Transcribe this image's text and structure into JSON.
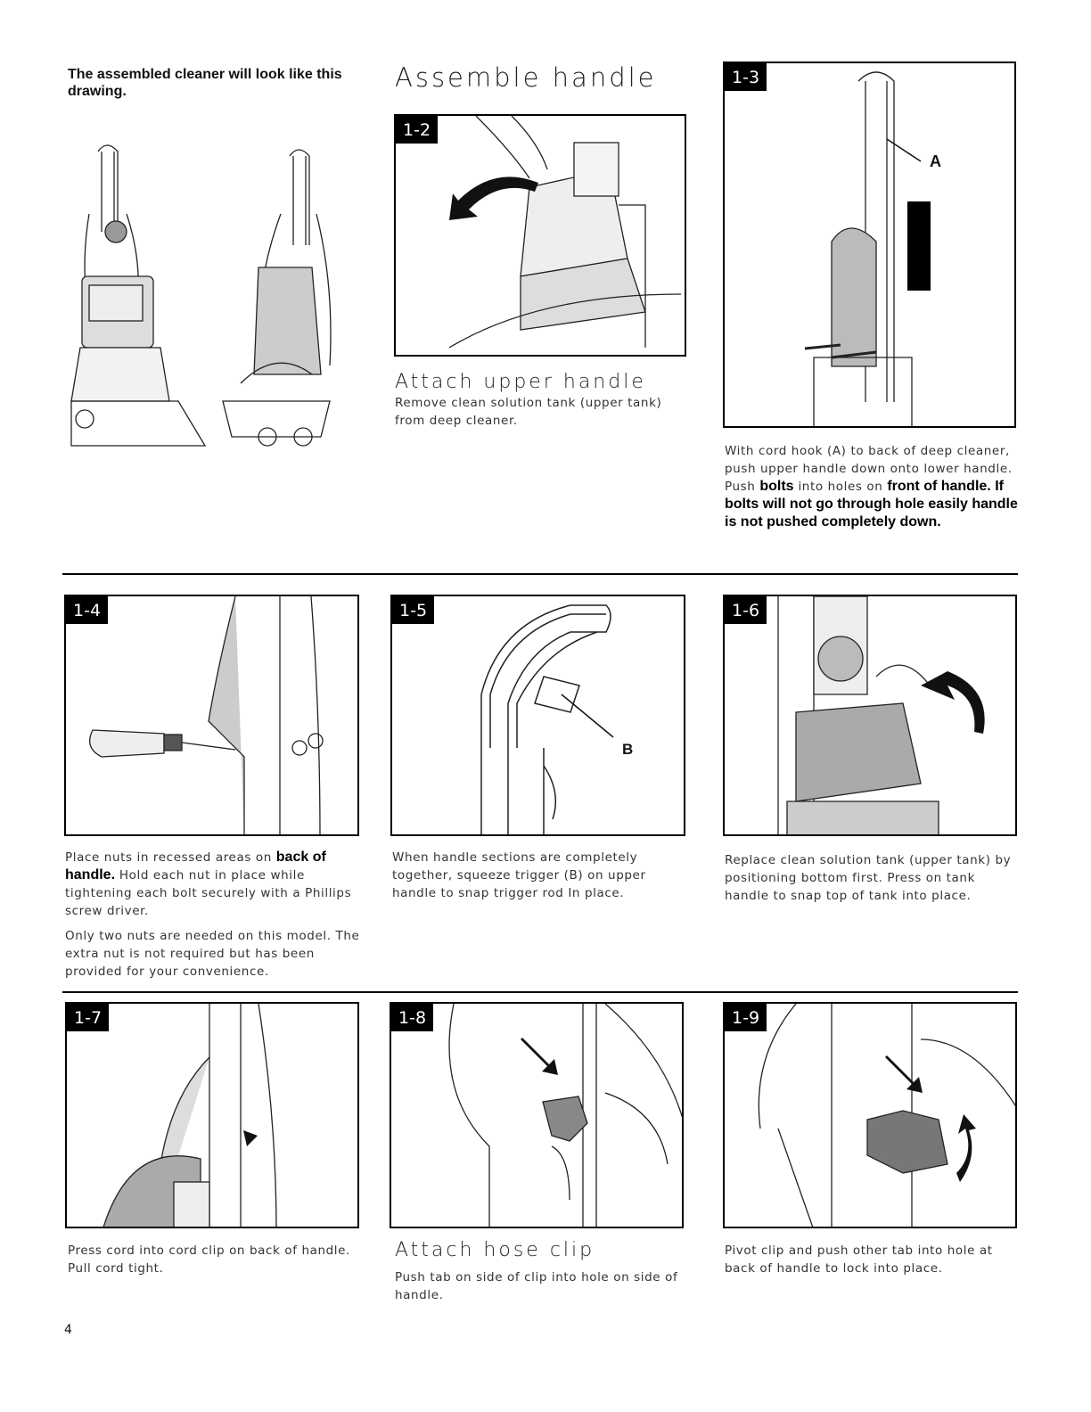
{
  "intro": {
    "text": "The assembled cleaner will look like this drawing."
  },
  "assemble_heading": "Assemble handle",
  "fig_1_2": {
    "badge": "1-2",
    "heading": "Attach upper handle",
    "caption": "Remove clean solution tank (upper tank) from deep cleaner."
  },
  "fig_1_3": {
    "badge": "1-3",
    "label_a": "A",
    "caption_lead": "With cord hook (A) to back of deep cleaner, push upper handle down onto lower handle. Push ",
    "caption_bold1": "bolts",
    "caption_mid": " into holes on ",
    "caption_bold2": "front of handle. If bolts will not go through hole easily handle is not pushed completely down."
  },
  "fig_1_4": {
    "badge": "1-4",
    "caption_lead": "Place nuts in recessed areas on ",
    "caption_bold": "back of handle.",
    "caption_rest": " Hold each nut in place while tightening each bolt securely with a Phillips screw driver.",
    "note": "Only two nuts are needed on this model. The extra nut is not required but has been provided for your convenience."
  },
  "fig_1_5": {
    "badge": "1-5",
    "label_b": "B",
    "caption": "When handle sections are completely together, squeeze trigger (B) on upper handle to snap trigger rod In place."
  },
  "fig_1_6": {
    "badge": "1-6",
    "caption": "Replace clean solution tank (upper tank) by positioning bottom first. Press on tank handle to snap top of tank into place."
  },
  "fig_1_7": {
    "badge": "1-7",
    "caption": "Press cord into cord clip on back of handle. Pull cord tight."
  },
  "fig_1_8": {
    "badge": "1-8",
    "heading": "Attach hose clip",
    "caption": "Push tab on side of clip into hole on side of handle."
  },
  "fig_1_9": {
    "badge": "1-9",
    "caption": "Pivot clip and push other tab into hole at back of handle to lock into place."
  },
  "page_number": "4",
  "icons": [
    "cleaner-front-illustration",
    "cleaner-back-illustration",
    "curved-arrow-icon",
    "straight-arrow-icon",
    "screwdriver-illustration"
  ]
}
